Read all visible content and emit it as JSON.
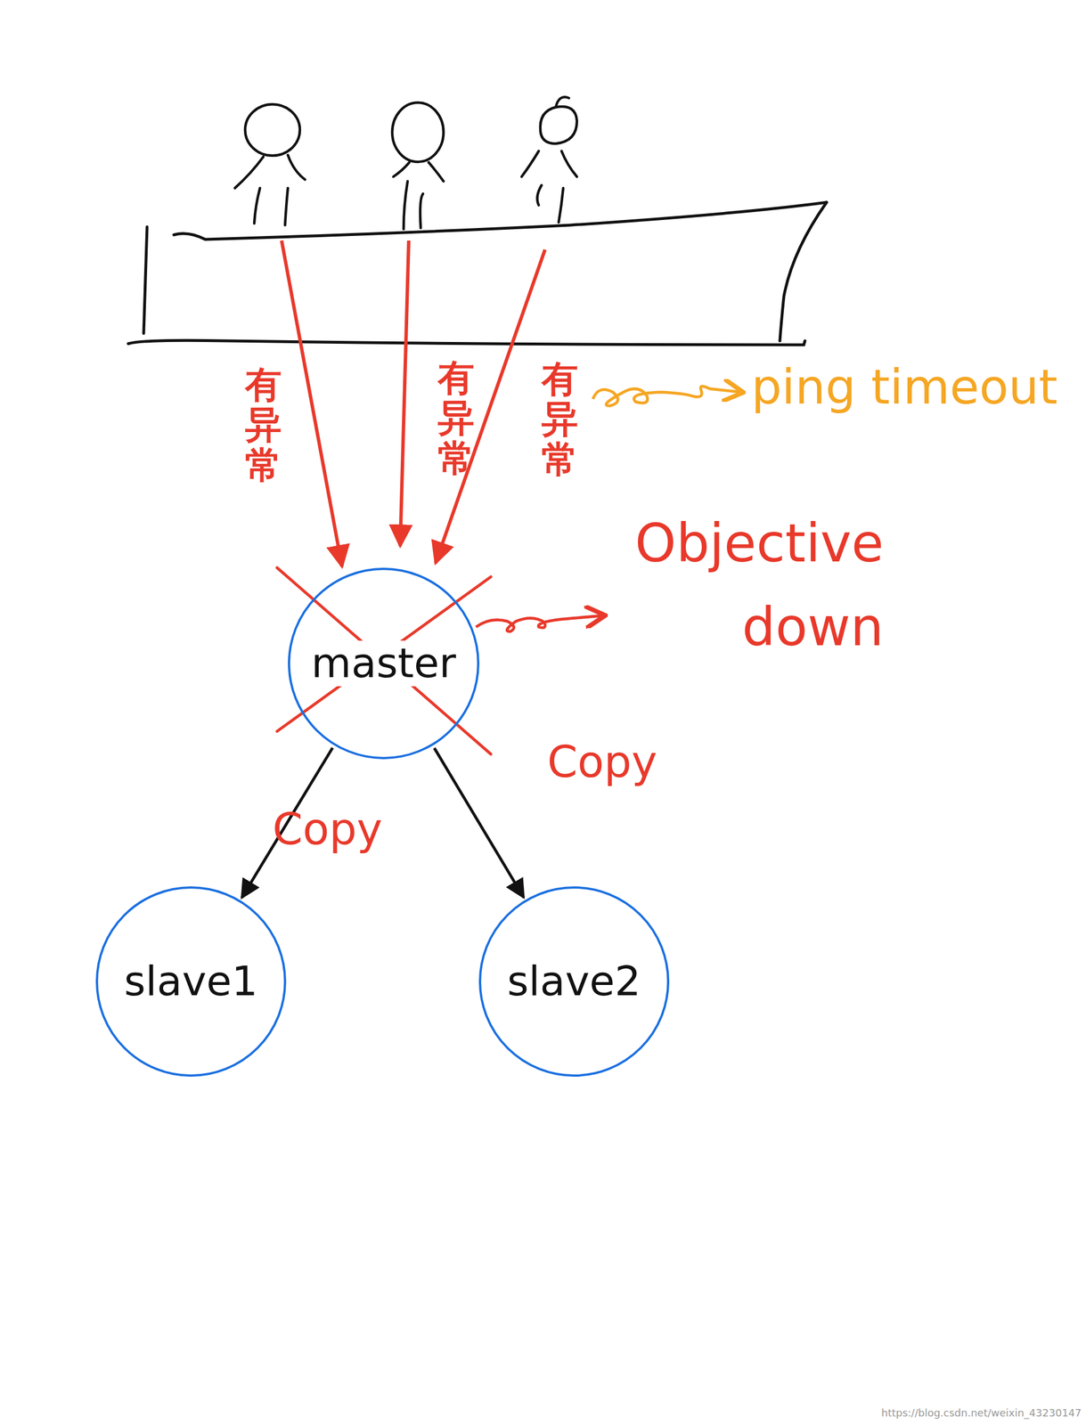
{
  "diagram": {
    "nodes": [
      {
        "text": [
          "master"
        ]
      },
      {
        "text": [
          "slave1"
        ]
      },
      {
        "text": [
          "slave2"
        ]
      }
    ],
    "edges": [
      {
        "from": 0,
        "to": 1,
        "arrow": "to",
        "label": "Copy"
      },
      {
        "from": 0,
        "to": 2,
        "arrow": "to",
        "label": "Copy"
      }
    ],
    "labels": [
      "有异常",
      "有异常",
      "有异常",
      "ping timeout",
      "Objective down",
      "https://blog.csdn.net/weixin_43230147"
    ]
  }
}
